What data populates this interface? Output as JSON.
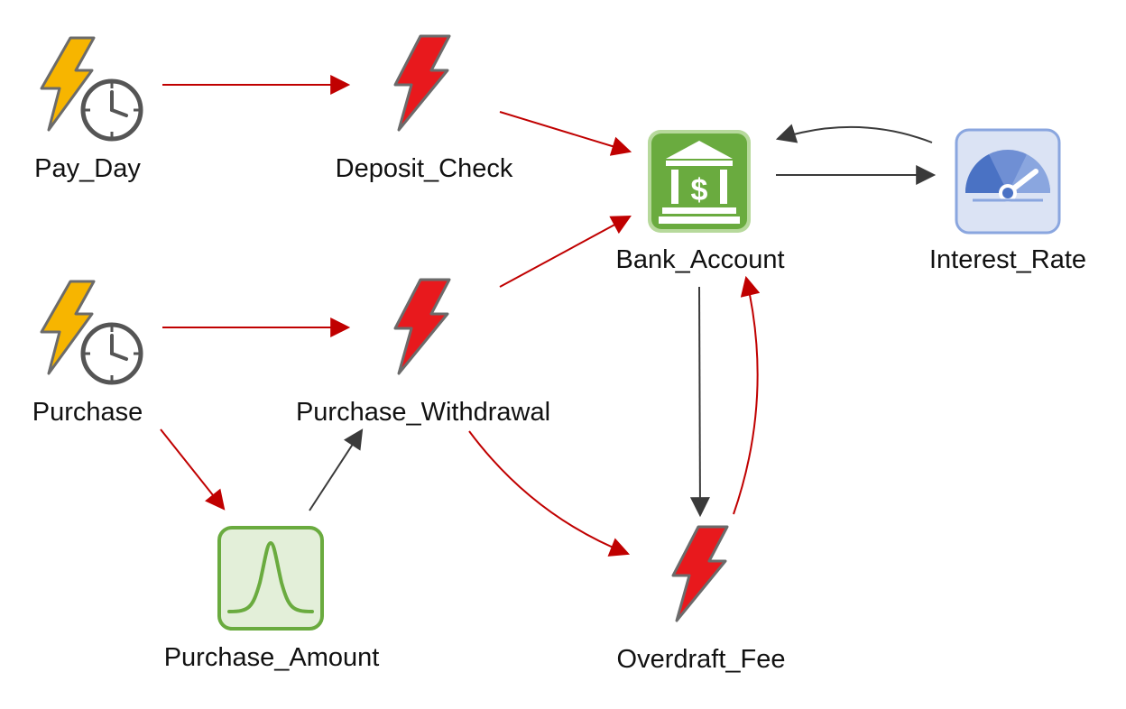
{
  "colors": {
    "flow_red": "#c00000",
    "flow_gray": "#3a3a3a",
    "bolt_yellow": "#f7b500",
    "bolt_red": "#e8191d",
    "clock_gray": "#555555",
    "bank_green": "#6aab3f",
    "bell_bg": "#e3efd9",
    "bell_border": "#6aab3f",
    "gauge_bg": "#dbe3f4",
    "gauge_border": "#8aa6df",
    "gauge_blue": "#4a72c4"
  },
  "nodes": {
    "pay_day": {
      "label": "Pay_Day",
      "icon": "timed-event-icon"
    },
    "deposit_check": {
      "label": "Deposit_Check",
      "icon": "event-icon"
    },
    "bank_account": {
      "label": "Bank_Account",
      "icon": "bank-icon"
    },
    "interest_rate": {
      "label": "Interest_Rate",
      "icon": "gauge-icon"
    },
    "purchase": {
      "label": "Purchase",
      "icon": "timed-event-icon"
    },
    "purchase_withdrawal": {
      "label": "Purchase_Withdrawal",
      "icon": "event-icon"
    },
    "purchase_amount": {
      "label": "Purchase_Amount",
      "icon": "bell-curve-icon"
    },
    "overdraft_fee": {
      "label": "Overdraft_Fee",
      "icon": "event-icon"
    }
  },
  "edges": [
    {
      "from": "pay_day",
      "to": "deposit_check",
      "color": "red"
    },
    {
      "from": "deposit_check",
      "to": "bank_account",
      "color": "red"
    },
    {
      "from": "purchase",
      "to": "purchase_withdrawal",
      "color": "red"
    },
    {
      "from": "purchase_withdrawal",
      "to": "bank_account",
      "color": "red"
    },
    {
      "from": "purchase",
      "to": "purchase_amount",
      "color": "red"
    },
    {
      "from": "purchase_amount",
      "to": "purchase_withdrawal",
      "color": "gray"
    },
    {
      "from": "purchase_withdrawal",
      "to": "overdraft_fee",
      "color": "red"
    },
    {
      "from": "bank_account",
      "to": "overdraft_fee",
      "color": "gray"
    },
    {
      "from": "overdraft_fee",
      "to": "bank_account",
      "color": "red"
    },
    {
      "from": "bank_account",
      "to": "interest_rate",
      "color": "gray"
    },
    {
      "from": "interest_rate",
      "to": "bank_account",
      "color": "gray"
    }
  ]
}
